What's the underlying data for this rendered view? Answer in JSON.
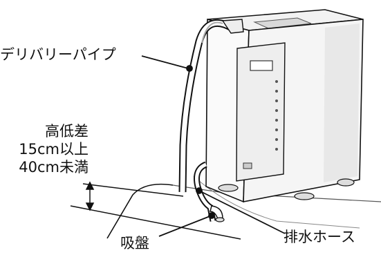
{
  "labels": {
    "delivery_pipe": "デリバリーパイプ",
    "height_diff_line1": "高低差",
    "height_diff_line2": "15cm以上",
    "height_diff_line3": "40cm未満",
    "suction_cup": "吸盤",
    "drain_hose": "排水ホース"
  },
  "colors": {
    "ink": "#111111",
    "shade": "#d9d9d9",
    "light_shade": "#eeeeee"
  }
}
